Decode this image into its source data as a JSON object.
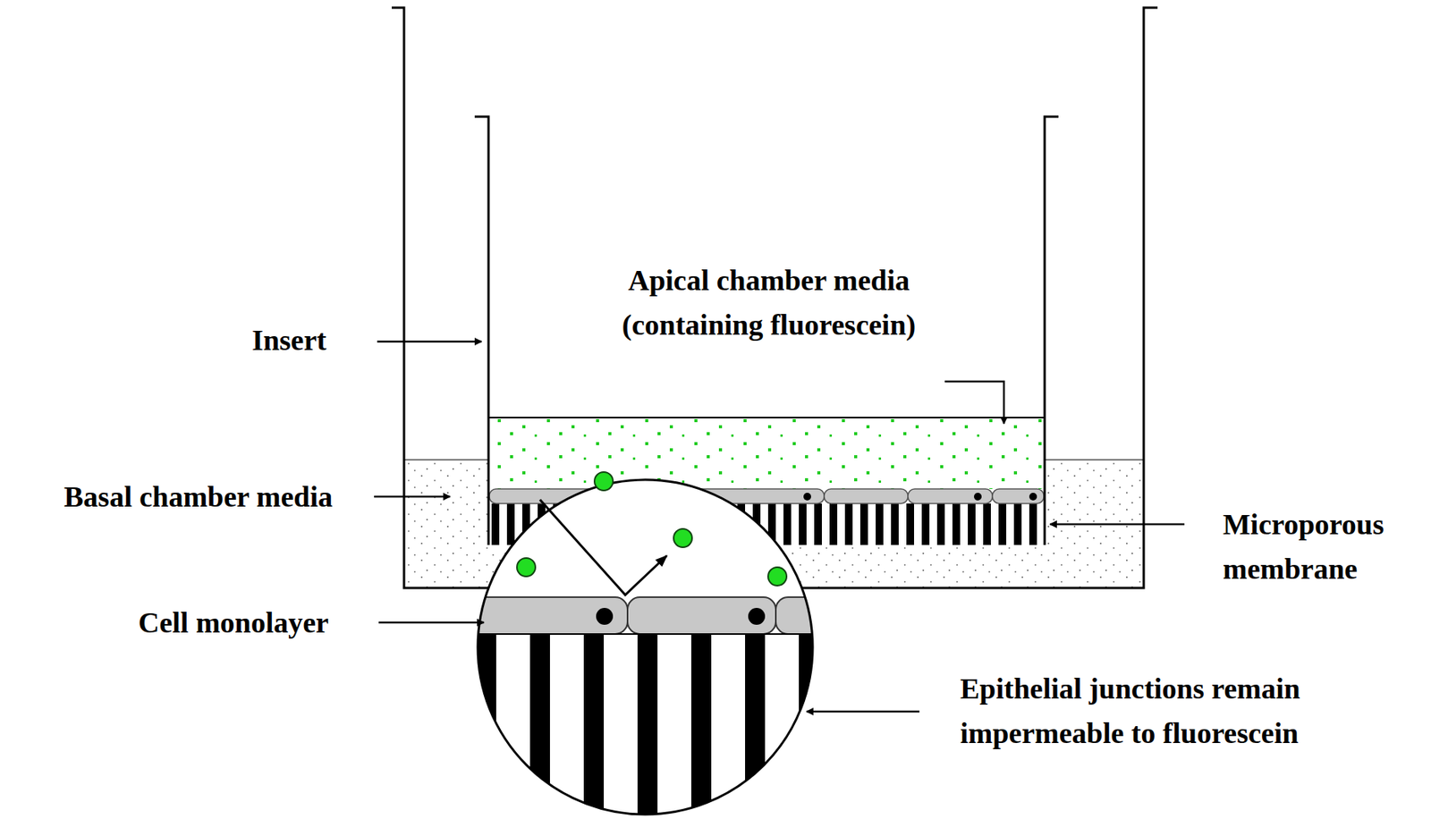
{
  "diagram": {
    "labels": [
      "Insert",
      "Apical chamber media (containing fluorescein)",
      "Basal chamber media",
      "Microporous membrane",
      "Cell monolayer",
      "Epithelial junctions remain impermeable to fluorescein"
    ]
  }
}
